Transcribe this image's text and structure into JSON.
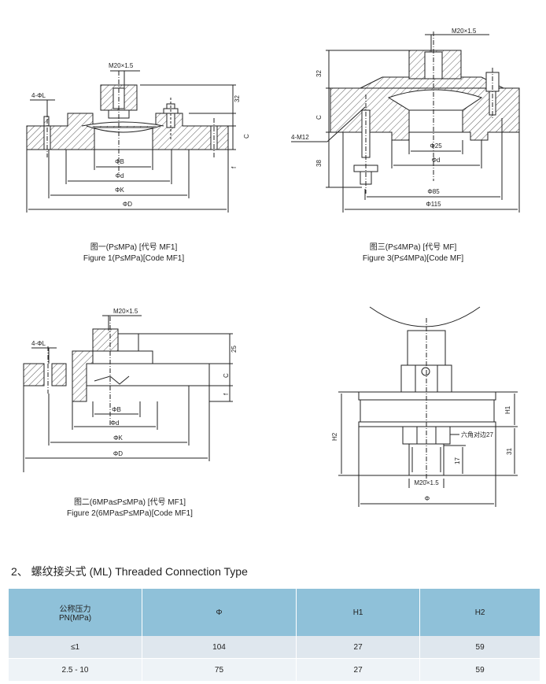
{
  "figures": {
    "fig1": {
      "caption_cn": "图一(P≤MPa) [代号 MF1]",
      "caption_en": "Figure 1(P≤MPa)[Code MF1]",
      "labels": {
        "thread": "M20×1.5",
        "holes": "4-ΦL",
        "h32": "32",
        "c": "C",
        "f": "f",
        "phiB": "ΦB",
        "phid": "Φd",
        "phiK": "ΦK",
        "phiD": "ΦD"
      }
    },
    "fig3": {
      "caption_cn": "图三(P≤4MPa) [代号 MF]",
      "caption_en": "Figure 3(P≤4MPa)[Code MF]",
      "labels": {
        "thread": "M20×1.5",
        "h32": "32",
        "c": "C",
        "h38": "38",
        "bolts": "4-M12",
        "phi25": "Φ25",
        "phid": "Φd",
        "phi85": "Φ85",
        "phi115": "Φ115"
      }
    },
    "fig2": {
      "caption_cn": "图二(6MPa≤P≤MPa) [代号 MF1]",
      "caption_en": "Figure 2(6MPa≤P≤MPa)[Code MF1]",
      "labels": {
        "thread": "M20×1.5",
        "holes": "4-ΦL",
        "h25": "25",
        "c": "C",
        "f": "f",
        "phiB": "ΦB",
        "phid": "Φd",
        "phiK": "ΦK",
        "phiD": "ΦD"
      }
    },
    "fig4": {
      "labels": {
        "h1": "H1",
        "h2": "H2",
        "hex": "六角对边27",
        "h31": "31",
        "h17": "17",
        "thread": "M20×1.5",
        "phi": "Φ"
      }
    }
  },
  "section": {
    "title": "2、 螺纹接头式 (ML) Threaded Connection Type"
  },
  "table": {
    "headers": {
      "pn_cn": "公称压力",
      "pn_en": "PN(MPa)",
      "phi": "Φ",
      "h1": "H1",
      "h2": "H2"
    },
    "rows": [
      {
        "pn": "≤1",
        "phi": "104",
        "h1": "27",
        "h2": "59"
      },
      {
        "pn": "2.5 - 10",
        "phi": "75",
        "h1": "27",
        "h2": "59"
      }
    ],
    "colors": {
      "header_bg": "#8fc1d9",
      "row1_bg": "#dfe7ee",
      "row2_bg": "#eef3f7"
    }
  }
}
